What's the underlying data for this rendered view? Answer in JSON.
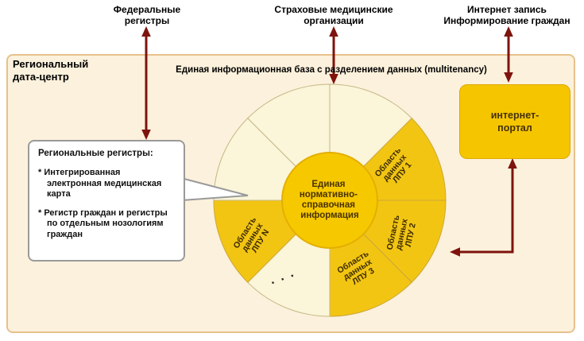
{
  "top_labels": {
    "federal": {
      "line1": "Федеральные",
      "line2": "регистры"
    },
    "insurance": {
      "line1": "Страховые медицинские",
      "line2": "организации"
    },
    "internet": {
      "line1": "Интернет запись",
      "line2": "Информирование граждан"
    }
  },
  "datacenter": {
    "title_line1": "Региональный",
    "title_line2": "дата-центр",
    "subtitle": "Единая информационная база с разделением данных (multitenancy)"
  },
  "callout": {
    "title": "Региональные регистры:",
    "item1": "* Интегрированная электронная медицинская карта",
    "item2": "* Регистр граждан и регистры по отдельным нозологиям граждан"
  },
  "portal": {
    "line1": "интернет-",
    "line2": "портал"
  },
  "pie": {
    "center": {
      "line1": "Единая",
      "line2": "нормативно-",
      "line3": "справочная",
      "line4": "информация"
    },
    "wedge_lpu1": {
      "line1": "Область",
      "line2": "данных",
      "line3": "ЛПУ 1"
    },
    "wedge_lpu2": {
      "line1": "Область",
      "line2": "данных",
      "line3": "ЛПУ 2"
    },
    "wedge_lpu3": {
      "line1": "Область",
      "line2": "данных",
      "line3": "ЛПУ 3"
    },
    "wedge_lpuN": {
      "line1": "Область",
      "line2": "данных",
      "line3": "ЛПУ N"
    },
    "dots": ". . ."
  },
  "colors": {
    "gold": "#F2C513",
    "pale_wedge": "#FBF5D9",
    "box_bg": "#FCF1DC",
    "box_border": "#E7C18C",
    "arrow": "#7E130D"
  }
}
